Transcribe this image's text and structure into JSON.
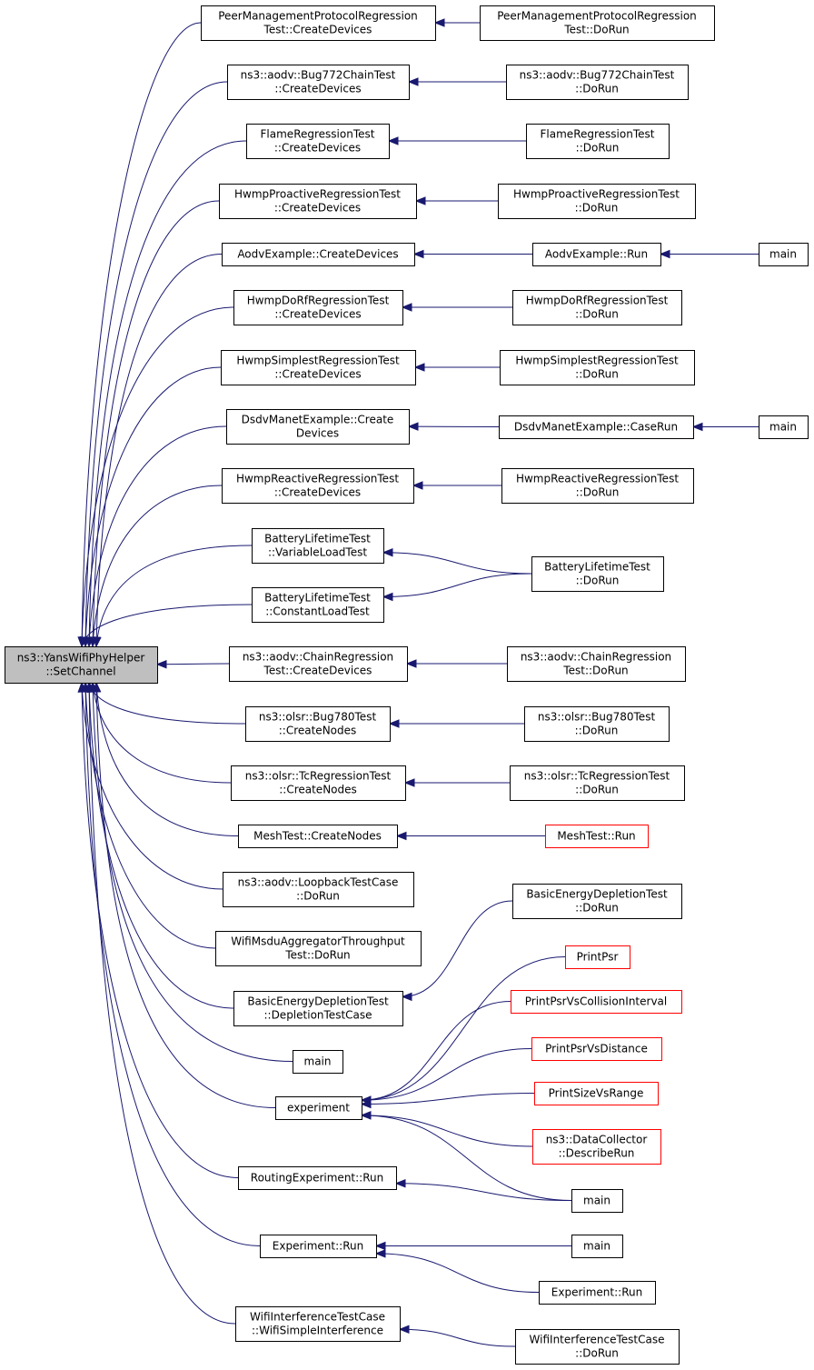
{
  "nodes": {
    "root": {
      "lines": [
        "ns3::YansWifiPhyHelper",
        "::SetChannel"
      ],
      "style": "root"
    },
    "pmp_create": {
      "lines": [
        "PeerManagementProtocolRegression",
        "Test::CreateDevices"
      ]
    },
    "pmp_dorun": {
      "lines": [
        "PeerManagementProtocolRegression",
        "Test::DoRun"
      ]
    },
    "bug772_create": {
      "lines": [
        "ns3::aodv::Bug772ChainTest",
        "::CreateDevices"
      ]
    },
    "bug772_dorun": {
      "lines": [
        "ns3::aodv::Bug772ChainTest",
        "::DoRun"
      ]
    },
    "flame_create": {
      "lines": [
        "FlameRegressionTest",
        "::CreateDevices"
      ]
    },
    "flame_dorun": {
      "lines": [
        "FlameRegressionTest",
        "::DoRun"
      ]
    },
    "hwmpproactive_create": {
      "lines": [
        "HwmpProactiveRegressionTest",
        "::CreateDevices"
      ]
    },
    "hwmpproactive_dorun": {
      "lines": [
        "HwmpProactiveRegressionTest",
        "::DoRun"
      ]
    },
    "aodvex_create": {
      "lines": [
        "AodvExample::CreateDevices"
      ]
    },
    "aodvex_run": {
      "lines": [
        "AodvExample::Run"
      ]
    },
    "main_aodv": {
      "lines": [
        "main"
      ]
    },
    "hwmpdorf_create": {
      "lines": [
        "HwmpDoRfRegressionTest",
        "::CreateDevices"
      ]
    },
    "hwmpdorf_dorun": {
      "lines": [
        "HwmpDoRfRegressionTest",
        "::DoRun"
      ]
    },
    "hwmpsimplest_create": {
      "lines": [
        "HwmpSimplestRegressionTest",
        "::CreateDevices"
      ]
    },
    "hwmpsimplest_dorun": {
      "lines": [
        "HwmpSimplestRegressionTest",
        "::DoRun"
      ]
    },
    "dsdv_create": {
      "lines": [
        "DsdvManetExample::Create",
        "Devices"
      ]
    },
    "dsdv_caserun": {
      "lines": [
        "DsdvManetExample::CaseRun"
      ]
    },
    "main_dsdv": {
      "lines": [
        "main"
      ]
    },
    "hwmpreactive_create": {
      "lines": [
        "HwmpReactiveRegressionTest",
        "::CreateDevices"
      ]
    },
    "hwmpreactive_dorun": {
      "lines": [
        "HwmpReactiveRegressionTest",
        "::DoRun"
      ]
    },
    "battery_variable": {
      "lines": [
        "BatteryLifetimeTest",
        "::VariableLoadTest"
      ]
    },
    "battery_dorun": {
      "lines": [
        "BatteryLifetimeTest",
        "::DoRun"
      ]
    },
    "battery_constant": {
      "lines": [
        "BatteryLifetimeTest",
        "::ConstantLoadTest"
      ]
    },
    "chain_create": {
      "lines": [
        "ns3::aodv::ChainRegression",
        "Test::CreateDevices"
      ]
    },
    "chain_dorun": {
      "lines": [
        "ns3::aodv::ChainRegression",
        "Test::DoRun"
      ]
    },
    "bug780_create": {
      "lines": [
        "ns3::olsr::Bug780Test",
        "::CreateNodes"
      ]
    },
    "bug780_dorun": {
      "lines": [
        "ns3::olsr::Bug780Test",
        "::DoRun"
      ]
    },
    "tc_create": {
      "lines": [
        "ns3::olsr::TcRegressionTest",
        "::CreateNodes"
      ]
    },
    "tc_dorun": {
      "lines": [
        "ns3::olsr::TcRegressionTest",
        "::DoRun"
      ]
    },
    "mesh_create": {
      "lines": [
        "MeshTest::CreateNodes"
      ]
    },
    "mesh_run": {
      "lines": [
        "MeshTest::Run"
      ],
      "style": "red"
    },
    "loopback_dorun": {
      "lines": [
        "ns3::aodv::LoopbackTestCase",
        "::DoRun"
      ]
    },
    "msdu_dorun": {
      "lines": [
        "WifiMsduAggregatorThroughput",
        "Test::DoRun"
      ]
    },
    "bedt_dorun": {
      "lines": [
        "BasicEnergyDepletionTest",
        "::DoRun"
      ]
    },
    "bedt_depletion": {
      "lines": [
        "BasicEnergyDepletionTest",
        "::DepletionTestCase"
      ]
    },
    "printpsr": {
      "lines": [
        "PrintPsr"
      ],
      "style": "red"
    },
    "printpsr_collision": {
      "lines": [
        "PrintPsrVsCollisionInterval"
      ],
      "style": "red"
    },
    "main_plain": {
      "lines": [
        "main"
      ]
    },
    "printpsr_distance": {
      "lines": [
        "PrintPsrVsDistance"
      ],
      "style": "red"
    },
    "experiment": {
      "lines": [
        "experiment"
      ]
    },
    "printsize": {
      "lines": [
        "PrintSizeVsRange"
      ],
      "style": "red"
    },
    "datacollector": {
      "lines": [
        "ns3::DataCollector",
        "::DescribeRun"
      ],
      "style": "red"
    },
    "routing_run": {
      "lines": [
        "RoutingExperiment::Run"
      ]
    },
    "main_exp": {
      "lines": [
        "main"
      ]
    },
    "exp_run": {
      "lines": [
        "Experiment::Run"
      ]
    },
    "main_exprun": {
      "lines": [
        "main"
      ]
    },
    "exp_run2": {
      "lines": [
        "Experiment::Run"
      ]
    },
    "wifiint_simple": {
      "lines": [
        "WifiInterferenceTestCase",
        "::WifiSimpleInterference"
      ]
    },
    "wifiint_dorun": {
      "lines": [
        "WifiInterferenceTestCase",
        "::DoRun"
      ]
    }
  },
  "edges": [
    {
      "from": "pmp_create",
      "to": "root"
    },
    {
      "from": "bug772_create",
      "to": "root"
    },
    {
      "from": "flame_create",
      "to": "root"
    },
    {
      "from": "hwmpproactive_create",
      "to": "root"
    },
    {
      "from": "aodvex_create",
      "to": "root"
    },
    {
      "from": "hwmpdorf_create",
      "to": "root"
    },
    {
      "from": "hwmpsimplest_create",
      "to": "root"
    },
    {
      "from": "dsdv_create",
      "to": "root"
    },
    {
      "from": "hwmpreactive_create",
      "to": "root"
    },
    {
      "from": "battery_variable",
      "to": "root"
    },
    {
      "from": "battery_constant",
      "to": "root"
    },
    {
      "from": "chain_create",
      "to": "root"
    },
    {
      "from": "bug780_create",
      "to": "root"
    },
    {
      "from": "tc_create",
      "to": "root"
    },
    {
      "from": "mesh_create",
      "to": "root"
    },
    {
      "from": "loopback_dorun",
      "to": "root"
    },
    {
      "from": "msdu_dorun",
      "to": "root"
    },
    {
      "from": "bedt_depletion",
      "to": "root"
    },
    {
      "from": "main_plain",
      "to": "root"
    },
    {
      "from": "experiment",
      "to": "root"
    },
    {
      "from": "routing_run",
      "to": "root"
    },
    {
      "from": "exp_run",
      "to": "root"
    },
    {
      "from": "wifiint_simple",
      "to": "root"
    },
    {
      "from": "pmp_dorun",
      "to": "pmp_create"
    },
    {
      "from": "bug772_dorun",
      "to": "bug772_create"
    },
    {
      "from": "flame_dorun",
      "to": "flame_create"
    },
    {
      "from": "hwmpproactive_dorun",
      "to": "hwmpproactive_create"
    },
    {
      "from": "aodvex_run",
      "to": "aodvex_create"
    },
    {
      "from": "main_aodv",
      "to": "aodvex_run"
    },
    {
      "from": "hwmpdorf_dorun",
      "to": "hwmpdorf_create"
    },
    {
      "from": "hwmpsimplest_dorun",
      "to": "hwmpsimplest_create"
    },
    {
      "from": "dsdv_caserun",
      "to": "dsdv_create"
    },
    {
      "from": "main_dsdv",
      "to": "dsdv_caserun"
    },
    {
      "from": "hwmpreactive_dorun",
      "to": "hwmpreactive_create"
    },
    {
      "from": "battery_dorun",
      "to": "battery_variable"
    },
    {
      "from": "battery_dorun",
      "to": "battery_constant"
    },
    {
      "from": "chain_dorun",
      "to": "chain_create"
    },
    {
      "from": "bug780_dorun",
      "to": "bug780_create"
    },
    {
      "from": "tc_dorun",
      "to": "tc_create"
    },
    {
      "from": "mesh_run",
      "to": "mesh_create"
    },
    {
      "from": "bedt_dorun",
      "to": "bedt_depletion"
    },
    {
      "from": "printpsr",
      "to": "experiment"
    },
    {
      "from": "printpsr_collision",
      "to": "experiment"
    },
    {
      "from": "printpsr_distance",
      "to": "experiment"
    },
    {
      "from": "printsize",
      "to": "experiment"
    },
    {
      "from": "datacollector",
      "to": "experiment"
    },
    {
      "from": "main_exp",
      "to": "experiment"
    },
    {
      "from": "main_exp",
      "to": "routing_run"
    },
    {
      "from": "main_exprun",
      "to": "exp_run"
    },
    {
      "from": "exp_run2",
      "to": "exp_run"
    },
    {
      "from": "wifiint_dorun",
      "to": "wifiint_simple"
    }
  ],
  "colors": {
    "edge": "#191970",
    "root_fill": "#bfbfbf",
    "incomplete_border": "#ff0000",
    "border": "#000000"
  }
}
